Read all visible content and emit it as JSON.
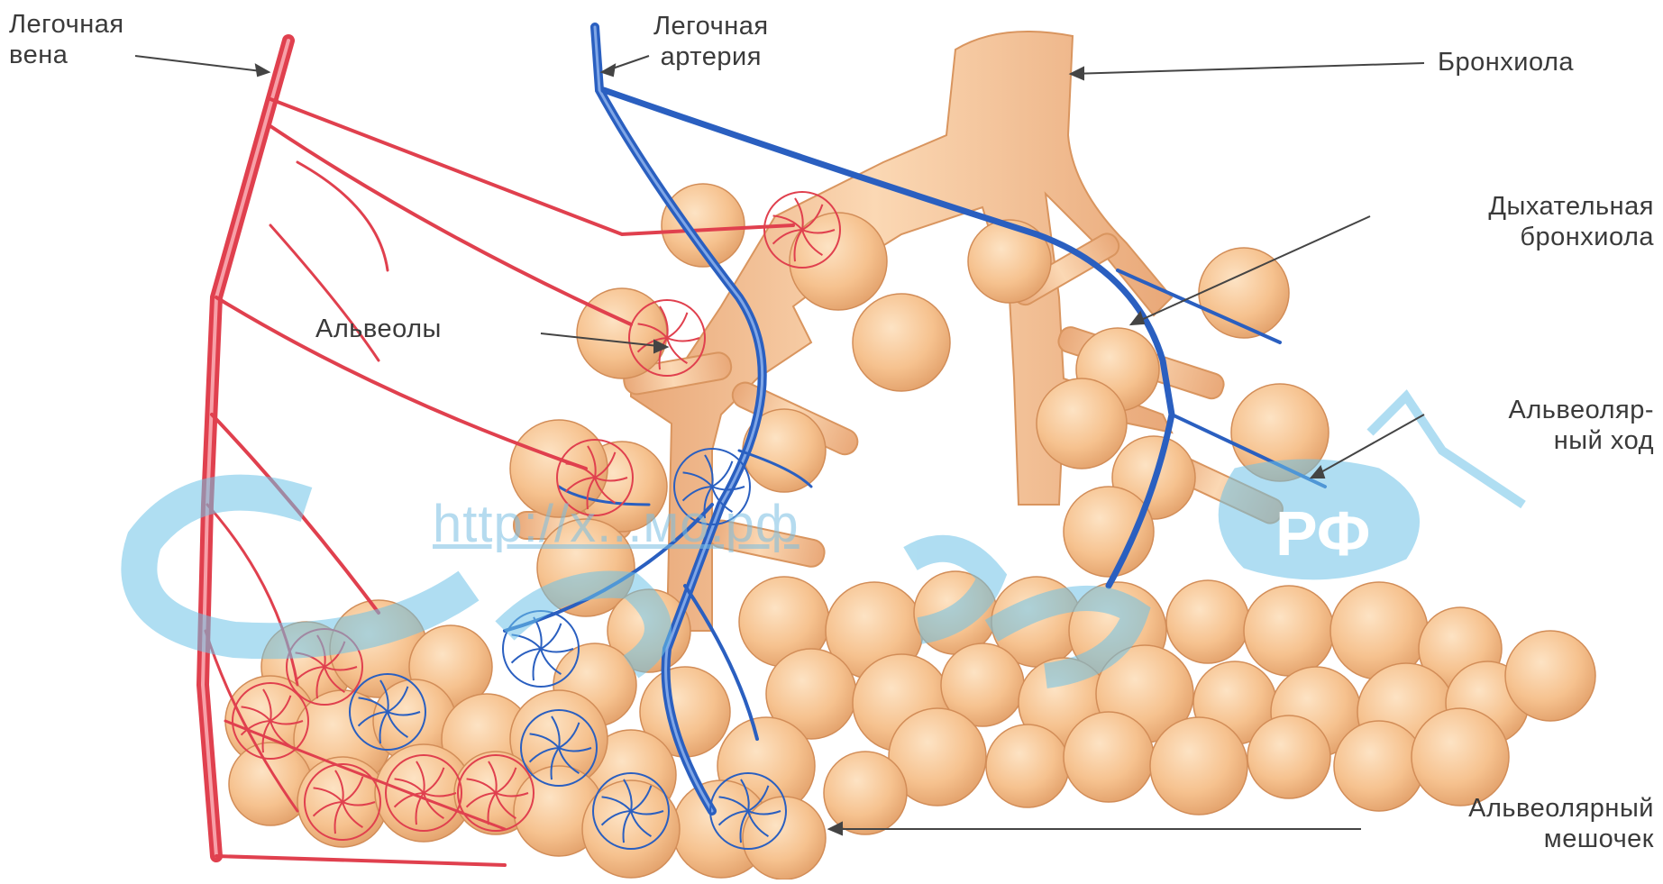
{
  "labels": {
    "pulmonary_vein": [
      "Легочная",
      "вена"
    ],
    "pulmonary_artery": [
      "Легочная",
      "артерия"
    ],
    "bronchiole": "Бронхиола",
    "respiratory_bronchiole": [
      "Дыхательная",
      "бронхиола"
    ],
    "alveoli": "Альвеолы",
    "alveolar_duct": [
      "Альвеоляр-",
      "ный ход"
    ],
    "alveolar_sac": [
      "Альвеолярный",
      "мешочек"
    ]
  },
  "watermark": {
    "url": "http://x...мо.рф",
    "suffix": "РФ"
  },
  "colors": {
    "vein": "#e0404e",
    "artery": "#2a5fc0",
    "tissue": "#f7c99a",
    "tissue_shade": "#e8a574",
    "watermark": "#6ec3e8",
    "label_text": "#3a3a3a"
  }
}
